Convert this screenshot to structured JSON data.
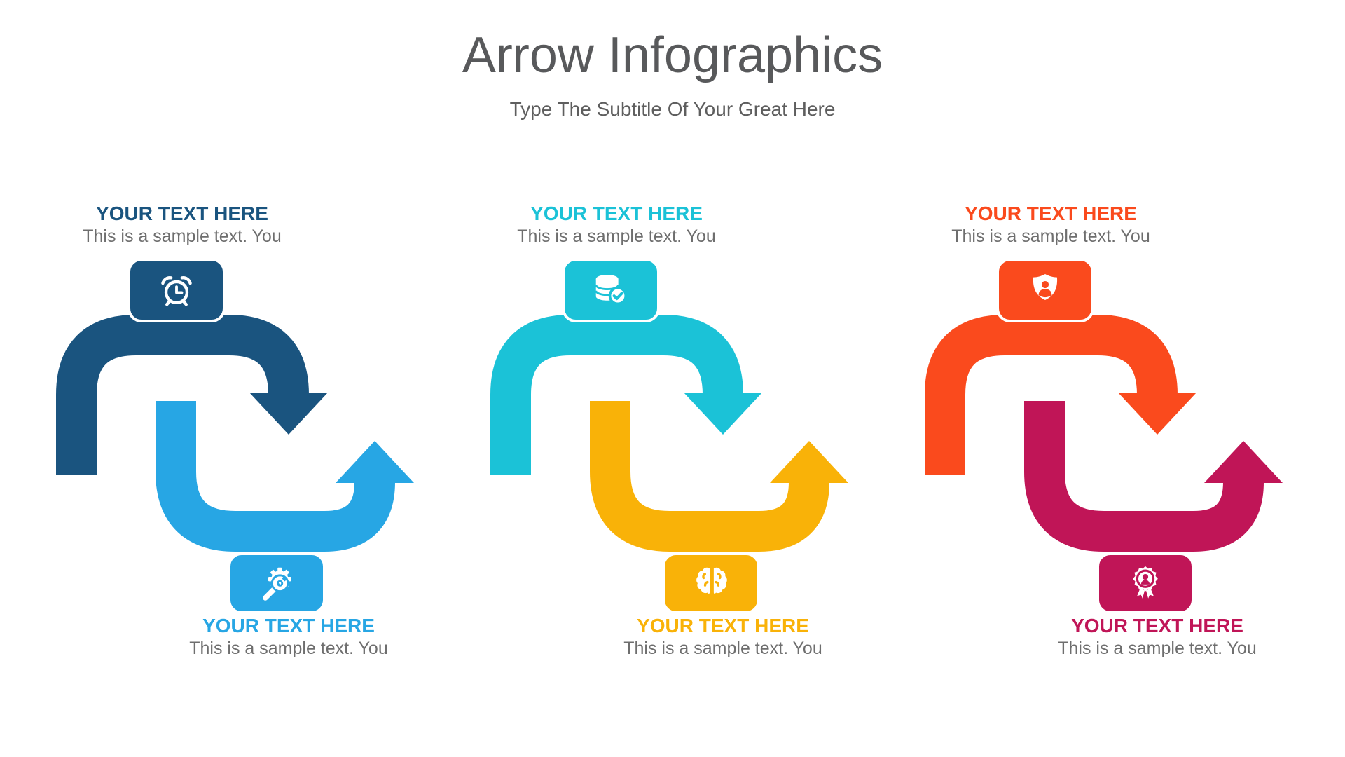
{
  "page": {
    "title": "Arrow Infographics",
    "subtitle": "Type The Subtitle Of Your Great Here"
  },
  "colors": {
    "title_text": "#58595b",
    "subtitle_text": "#5e5e5e",
    "body_text": "#6e6e6e",
    "background": "#ffffff",
    "white": "#ffffff"
  },
  "groups": [
    {
      "top": {
        "heading": "YOUR TEXT HERE",
        "body": "This is a sample text. You",
        "color": "#1a547f",
        "icon": "alarm-clock-icon"
      },
      "bottom": {
        "heading": "YOUR TEXT HERE",
        "body": "This is a sample text. You",
        "color": "#27a6e4",
        "icon": "gear-wrench-icon"
      }
    },
    {
      "top": {
        "heading": "YOUR TEXT HERE",
        "body": "This is a sample text. You",
        "color": "#1bc2d7",
        "icon": "database-check-icon"
      },
      "bottom": {
        "heading": "YOUR TEXT HERE",
        "body": "This is a sample text. You",
        "color": "#f9b208",
        "icon": "brain-icon"
      }
    },
    {
      "top": {
        "heading": "YOUR TEXT HERE",
        "body": "This is a sample text. You",
        "color": "#fa4a1d",
        "icon": "shield-person-icon"
      },
      "bottom": {
        "heading": "YOUR TEXT HERE",
        "body": "This is a sample text. You",
        "color": "#c01557",
        "icon": "award-person-icon"
      }
    }
  ]
}
